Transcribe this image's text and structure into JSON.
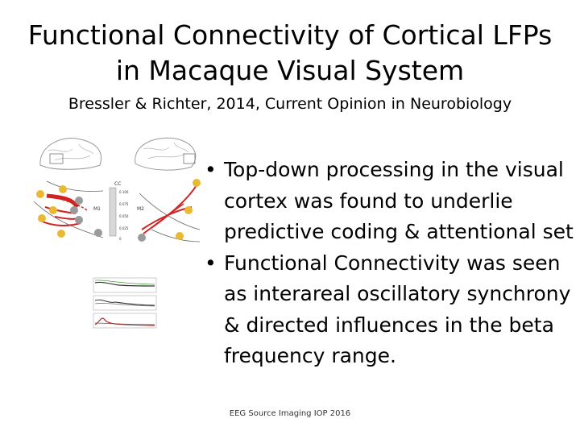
{
  "slide": {
    "title_line1": "Functional Connectivity of Cortical LFPs",
    "title_line2": "in Macaque Visual System",
    "subtitle": "Bressler & Richter, 2014, Current Opinion in Neurobiology",
    "bullets": [
      {
        "lines": [
          "Top-down processing in the visual",
          "cortex was found to underlie",
          "predictive coding & attentional set"
        ]
      },
      {
        "lines": [
          "Functional Connectivity was seen",
          "as interareal oscillatory synchrony",
          "& directed influences in the beta",
          "frequency range."
        ]
      }
    ],
    "footer": "EEG Source Imaging IOP 2016"
  },
  "figure": {
    "panel_a_label": "M1",
    "panel_b_label": "M2",
    "scale_label": "CC",
    "scale_ticks": [
      "0.100",
      "0.075",
      "0.050",
      "0.025",
      "0"
    ],
    "colors": {
      "node_yellow": "#e8b931",
      "node_gray": "#9a9a9a",
      "arrow_red": "#d02424"
    }
  }
}
